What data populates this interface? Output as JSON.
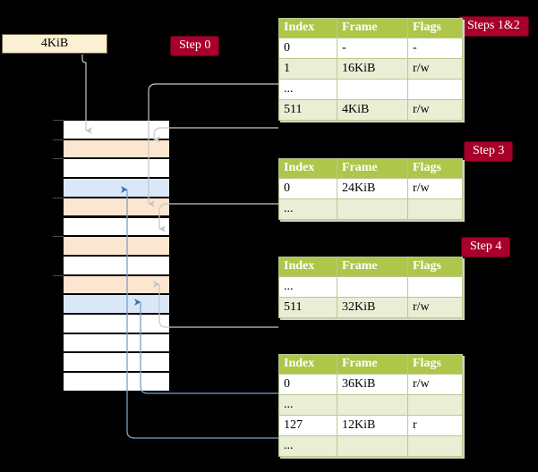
{
  "diagram": {
    "title_hidden": "",
    "source_box": {
      "label": "4KiB"
    },
    "badges": {
      "step0": "Step 0",
      "steps12": "Steps 1&2",
      "step3": "Step 3",
      "step4": "Step 4"
    },
    "colors": {
      "badge_bg": "#a8002a",
      "badge_text": "#ffffff",
      "table_header_bg": "#aec64a",
      "table_alt_row_bg": "#e9eed5",
      "table_highlight_bg": "#fcf6a8",
      "memory_orange": "#fde6d0",
      "memory_blue": "#d9e7f8",
      "source_box_bg": "#fbf0d2",
      "wire_grey": "#c8c8c8",
      "wire_blue": "#7d9fc4",
      "background": "#000000"
    },
    "memory_column": {
      "rows": [
        {
          "fill": "white"
        },
        {
          "fill": "orange"
        },
        {
          "fill": "white"
        },
        {
          "fill": "blue"
        },
        {
          "fill": "orange"
        },
        {
          "fill": "white"
        },
        {
          "fill": "orange"
        },
        {
          "fill": "white"
        },
        {
          "fill": "orange"
        },
        {
          "fill": "blue"
        },
        {
          "fill": "white"
        },
        {
          "fill": "white"
        },
        {
          "fill": "white"
        },
        {
          "fill": "white"
        }
      ],
      "tick_rows": [
        0,
        1,
        2,
        4,
        6,
        8
      ]
    },
    "tables": [
      {
        "id": "table-1",
        "columns": [
          "Index",
          "Frame",
          "Flags"
        ],
        "rows": [
          {
            "cells": [
              "0",
              "-",
              "-"
            ],
            "alt": false,
            "highlight": false
          },
          {
            "cells": [
              "1",
              "16KiB",
              "r/w"
            ],
            "alt": true,
            "highlight": false
          },
          {
            "cells": [
              "...",
              "",
              ""
            ],
            "alt": false,
            "highlight": false
          },
          {
            "cells": [
              "511",
              "4KiB",
              "r/w"
            ],
            "alt": true,
            "highlight": true
          }
        ]
      },
      {
        "id": "table-2",
        "columns": [
          "Index",
          "Frame",
          "Flags"
        ],
        "rows": [
          {
            "cells": [
              "0",
              "24KiB",
              "r/w"
            ],
            "alt": false,
            "highlight": false
          },
          {
            "cells": [
              "...",
              "",
              ""
            ],
            "alt": true,
            "highlight": false
          }
        ]
      },
      {
        "id": "table-3",
        "columns": [
          "Index",
          "Frame",
          "Flags"
        ],
        "rows": [
          {
            "cells": [
              "...",
              "",
              ""
            ],
            "alt": false,
            "highlight": false
          },
          {
            "cells": [
              "511",
              "32KiB",
              "r/w"
            ],
            "alt": true,
            "highlight": false
          }
        ]
      },
      {
        "id": "table-4",
        "columns": [
          "Index",
          "Frame",
          "Flags"
        ],
        "rows": [
          {
            "cells": [
              "0",
              "36KiB",
              "r/w"
            ],
            "alt": false,
            "highlight": false
          },
          {
            "cells": [
              "...",
              "",
              ""
            ],
            "alt": true,
            "highlight": false
          },
          {
            "cells": [
              "127",
              "12KiB",
              "r"
            ],
            "alt": false,
            "highlight": false
          },
          {
            "cells": [
              "...",
              "",
              ""
            ],
            "alt": true,
            "highlight": false
          }
        ]
      }
    ]
  }
}
